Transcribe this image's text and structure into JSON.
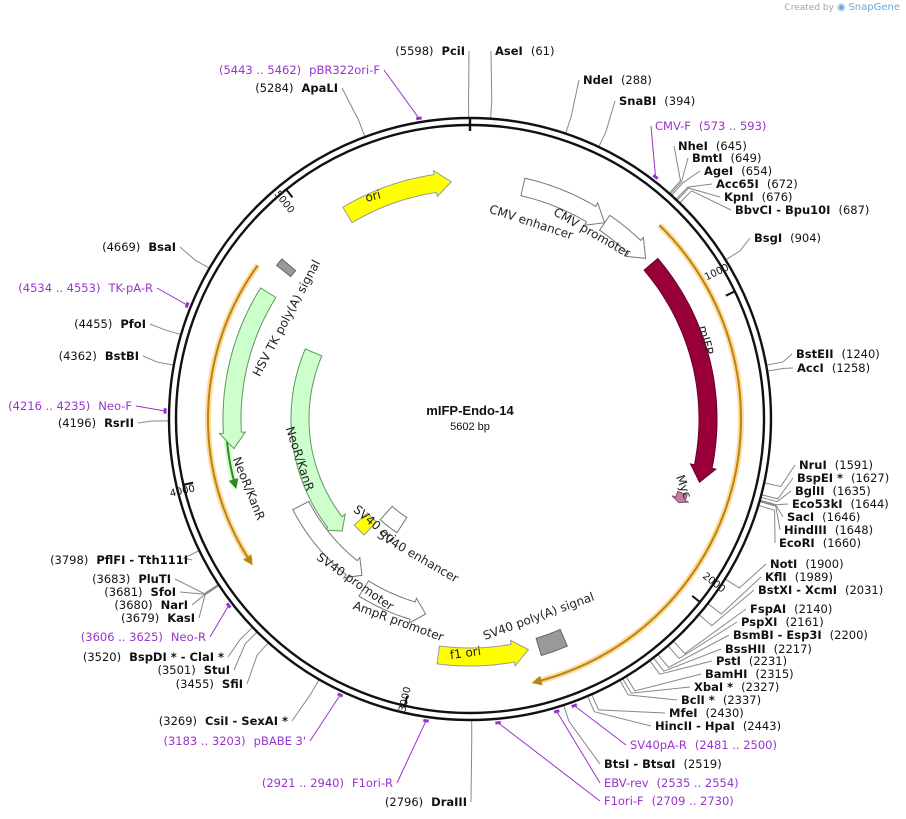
{
  "header": {
    "created_by": "Created by",
    "brand": "SnapGene"
  },
  "plasmid": {
    "name": "mIFP-Endo-14",
    "length_label": "5602 bp",
    "length": 5602
  },
  "ticks": [
    {
      "label": "1000",
      "pos": 1000
    },
    {
      "label": "2000",
      "pos": 2000
    },
    {
      "label": "3000",
      "pos": 3000
    },
    {
      "label": "4000",
      "pos": 4000
    },
    {
      "label": "5000",
      "pos": 5000
    }
  ],
  "sites_right": [
    {
      "name": "AseI",
      "pos": "(61)",
      "bp": 61
    },
    {
      "name": "NdeI",
      "pos": "(288)",
      "bp": 288
    },
    {
      "name": "SnaBI",
      "pos": "(394)",
      "bp": 394
    },
    {
      "name": "NheI",
      "pos": "(645)",
      "bp": 645
    },
    {
      "name": "BmtI",
      "pos": "(649)",
      "bp": 649
    },
    {
      "name": "AgeI",
      "pos": "(654)",
      "bp": 654
    },
    {
      "name": "Acc65I",
      "pos": "(672)",
      "bp": 672
    },
    {
      "name": "KpnI",
      "pos": "(676)",
      "bp": 676
    },
    {
      "name": "BbvCI  - Bpu10I",
      "pos": "(687)",
      "bp": 687
    },
    {
      "name": "BsgI",
      "pos": "(904)",
      "bp": 904
    },
    {
      "name": "BstEII",
      "pos": "(1240)",
      "bp": 1240
    },
    {
      "name": "AccI",
      "pos": "(1258)",
      "bp": 1258
    },
    {
      "name": "NruI",
      "pos": "(1591)",
      "bp": 1591
    },
    {
      "name": "BspEI *",
      "pos": "(1627)",
      "bp": 1627
    },
    {
      "name": "BglII",
      "pos": "(1635)",
      "bp": 1635
    },
    {
      "name": "Eco53kI",
      "pos": "(1644)",
      "bp": 1644
    },
    {
      "name": "SacI",
      "pos": "(1646)",
      "bp": 1646
    },
    {
      "name": "HindIII",
      "pos": "(1648)",
      "bp": 1648
    },
    {
      "name": "EcoRI",
      "pos": "(1660)",
      "bp": 1660
    },
    {
      "name": "NotI",
      "pos": "(1900)",
      "bp": 1900
    },
    {
      "name": "KflI",
      "pos": "(1989)",
      "bp": 1989
    },
    {
      "name": "BstXI  - XcmI",
      "pos": "(2031)",
      "bp": 2031
    },
    {
      "name": "FspAI",
      "pos": "(2140)",
      "bp": 2140
    },
    {
      "name": "PspXI",
      "pos": "(2161)",
      "bp": 2161
    },
    {
      "name": "BsmBI  - Esp3I",
      "pos": "(2200)",
      "bp": 2200
    },
    {
      "name": "BssHII",
      "pos": "(2217)",
      "bp": 2217
    },
    {
      "name": "PstI",
      "pos": "(2231)",
      "bp": 2231
    },
    {
      "name": "BamHI",
      "pos": "(2315)",
      "bp": 2315
    },
    {
      "name": "XbaI *",
      "pos": "(2327)",
      "bp": 2327
    },
    {
      "name": "BclI *",
      "pos": "(2337)",
      "bp": 2337
    },
    {
      "name": "MfeI",
      "pos": "(2430)",
      "bp": 2430
    },
    {
      "name": "HincII  - HpaI",
      "pos": "(2443)",
      "bp": 2443
    },
    {
      "name": "BtsI  - BtsαI",
      "pos": "(2519)",
      "bp": 2519
    }
  ],
  "sites_left": [
    {
      "name": "PciI",
      "pos": "(5598)",
      "bp": 5598
    },
    {
      "name": "ApaLI",
      "pos": "(5284)",
      "bp": 5284
    },
    {
      "name": "BsaI",
      "pos": "(4669)",
      "bp": 4669
    },
    {
      "name": "PfoI",
      "pos": "(4455)",
      "bp": 4455
    },
    {
      "name": "BstBI",
      "pos": "(4362)",
      "bp": 4362
    },
    {
      "name": "RsrII",
      "pos": "(4196)",
      "bp": 4196
    },
    {
      "name": "PflFI  - Tth111I",
      "pos": "(3798)",
      "bp": 3798
    },
    {
      "name": "PluTI",
      "pos": "(3683)",
      "bp": 3683
    },
    {
      "name": "SfoI",
      "pos": "(3681)",
      "bp": 3681
    },
    {
      "name": "NarI",
      "pos": "(3680)",
      "bp": 3680
    },
    {
      "name": "KasI",
      "pos": "(3679)",
      "bp": 3679
    },
    {
      "name": "BspDI *  - ClaI *",
      "pos": "(3520)",
      "bp": 3520
    },
    {
      "name": "StuI",
      "pos": "(3501)",
      "bp": 3501
    },
    {
      "name": "SfiI",
      "pos": "(3455)",
      "bp": 3455
    },
    {
      "name": "CsiI   - SexAI *",
      "pos": "(3269)",
      "bp": 3269
    },
    {
      "name": "DraIII",
      "pos": "(2796)",
      "bp": 2796
    }
  ],
  "primers": [
    {
      "name": "pBR322ori-F",
      "range": "(5443 .. 5462)",
      "bp": 5452
    },
    {
      "name": "CMV-F",
      "range": "(573 .. 593)",
      "bp": 583
    },
    {
      "name": "TK-pA-R",
      "range": "(4534 .. 4553)",
      "bp": 4543
    },
    {
      "name": "Neo-F",
      "range": "(4216 .. 4235)",
      "bp": 4225
    },
    {
      "name": "Neo-R",
      "range": "(3606 .. 3625)",
      "bp": 3615
    },
    {
      "name": "pBABE 3'",
      "range": "(3183 .. 3203)",
      "bp": 3193
    },
    {
      "name": "F1ori-R",
      "range": "(2921 .. 2940)",
      "bp": 2930
    },
    {
      "name": "F1ori-F",
      "range": "(2709 .. 2730)",
      "bp": 2719
    },
    {
      "name": "EBV-rev",
      "range": "(2535 .. 2554)",
      "bp": 2544
    },
    {
      "name": "SV40pA-R",
      "range": "(2481 .. 2500)",
      "bp": 2490
    }
  ],
  "features": [
    {
      "name": "ori",
      "color": "#ffff00"
    },
    {
      "name": "CMV enhancer",
      "color": "#ffffff"
    },
    {
      "name": "CMV promoter",
      "color": "#ffffff"
    },
    {
      "name": "mIFP",
      "color": "#99003a"
    },
    {
      "name": "Myc",
      "color": "#c07ea0"
    },
    {
      "name": "HSV TK poly(A) signal",
      "color": "#999999"
    },
    {
      "name": "NeoR/KanR",
      "color": "#ccffcc"
    },
    {
      "name": "NeoR/KanR",
      "color": "#ccffcc"
    },
    {
      "name": "SV40 ori",
      "color": "#ffff00"
    },
    {
      "name": "SV40 enhancer",
      "color": "#ffffff"
    },
    {
      "name": "SV40 promoter",
      "color": "#ffffff"
    },
    {
      "name": "AmpR promoter",
      "color": "#ffffff"
    },
    {
      "name": "f1 ori",
      "color": "#ffff00"
    },
    {
      "name": "SV40 poly(A) signal",
      "color": "#999999"
    }
  ]
}
